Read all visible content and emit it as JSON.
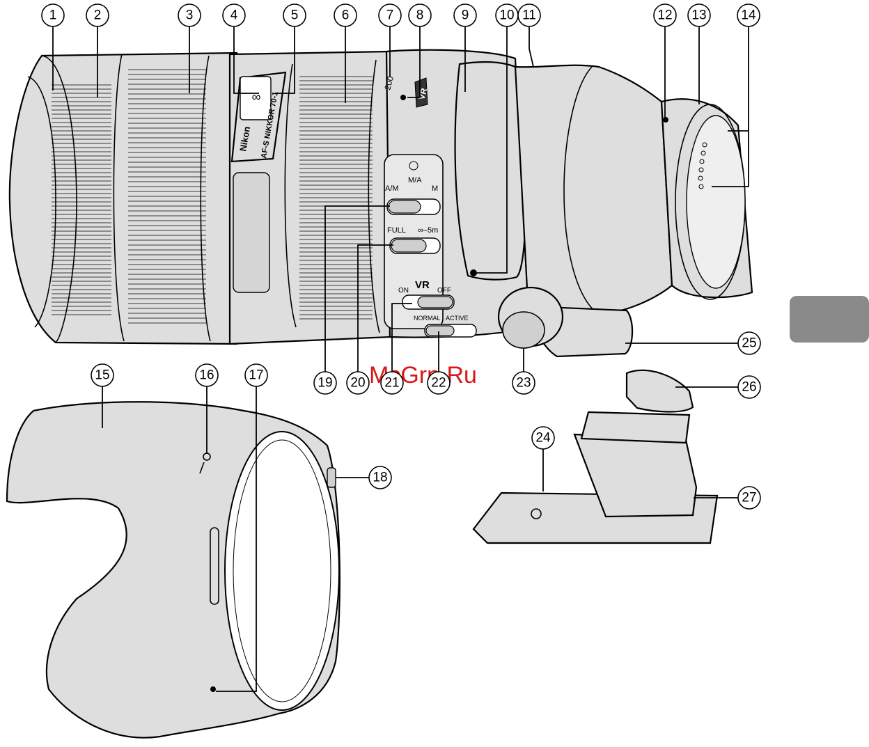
{
  "callouts": [
    "1",
    "2",
    "3",
    "4",
    "5",
    "6",
    "7",
    "8",
    "9",
    "10",
    "11",
    "12",
    "13",
    "14",
    "15",
    "16",
    "17",
    "18",
    "19",
    "20",
    "21",
    "22",
    "23",
    "24",
    "25",
    "26",
    "27"
  ],
  "lens_markings": {
    "brand": "Nikon",
    "model": "AF-S NIKKOR 70-1",
    "vr_badge": "VR",
    "zoom_scale": "200",
    "focus_mode": {
      "a_m": "A/M",
      "m_a": "M/A",
      "m": "M"
    },
    "focus_limit": {
      "full": "FULL",
      "range": "∞–5m"
    },
    "vr_switch": {
      "title": "VR",
      "on": "ON",
      "off": "OFF"
    },
    "vr_mode": {
      "normal": "NORMAL",
      "active": "ACTIVE"
    }
  },
  "watermark": "McGrp.Ru",
  "colors": {
    "body": "#dedede",
    "line": "#000000",
    "tab": "#8a8a8a",
    "watermark": "#d81818"
  }
}
